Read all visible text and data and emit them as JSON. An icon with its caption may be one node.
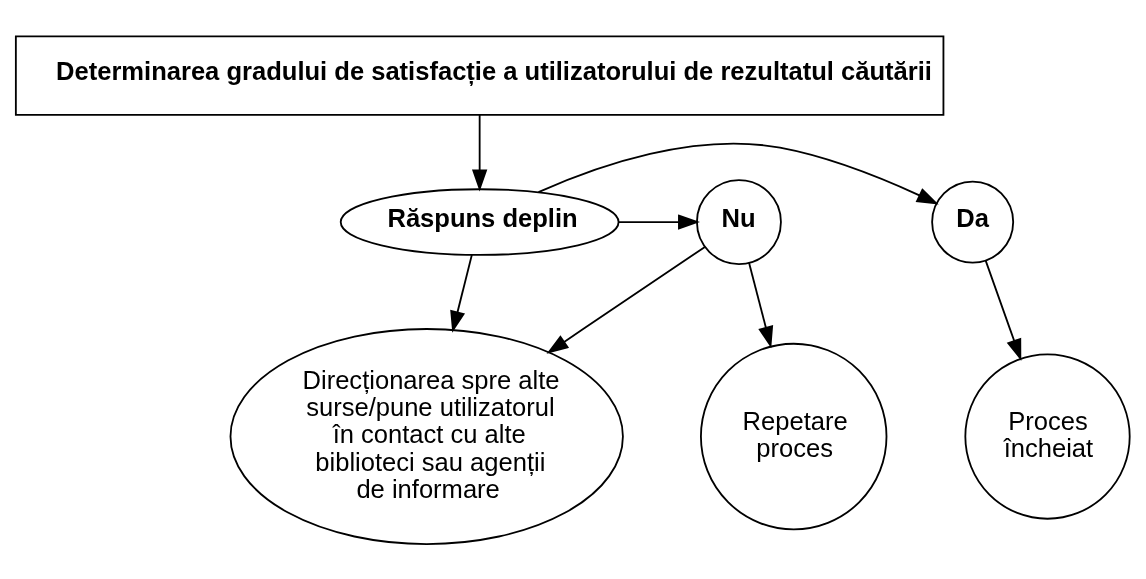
{
  "diagram": {
    "nodes": [
      {
        "text": [
          "Determinarea gradului de satisfacție a utilizatorului de rezultatul căutării"
        ]
      },
      {
        "text": [
          "Răspuns deplin"
        ]
      },
      {
        "text": [
          "Da"
        ]
      },
      {
        "text": [
          "Nu"
        ]
      },
      {
        "text": [
          "Proces încheiat"
        ]
      },
      {
        "text": [
          "Direcționarea spre alte surse/pune utilizatorul în contact cu alte biblioteci sau agenții de informare"
        ]
      },
      {
        "text": [
          "Repetare proces"
        ]
      }
    ],
    "edges": [
      {
        "from": 0,
        "to": 1,
        "arrow": "to"
      },
      {
        "from": 1,
        "to": 2,
        "arrow": "to"
      },
      {
        "from": 1,
        "to": 3,
        "arrow": "to"
      },
      {
        "from": 1,
        "to": 5,
        "arrow": "to"
      },
      {
        "from": 3,
        "to": 5,
        "arrow": "to"
      },
      {
        "from": 2,
        "to": 4,
        "arrow": "to"
      },
      {
        "from": 3,
        "to": 6,
        "arrow": "to"
      }
    ]
  }
}
